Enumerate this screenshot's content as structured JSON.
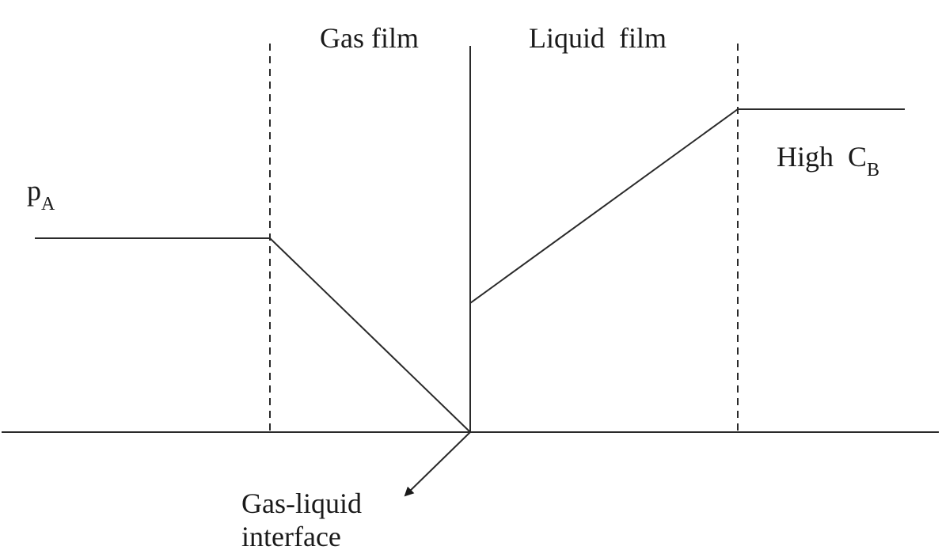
{
  "labels": {
    "gas_film": "Gas film",
    "liquid_film": "Liquid  film",
    "pA_symbol": "p",
    "pA_subscript": "A",
    "high_cb_text": "High  C",
    "high_cb_subscript": "B",
    "interface_line1": "Gas-liquid",
    "interface_line2": "interface"
  }
}
